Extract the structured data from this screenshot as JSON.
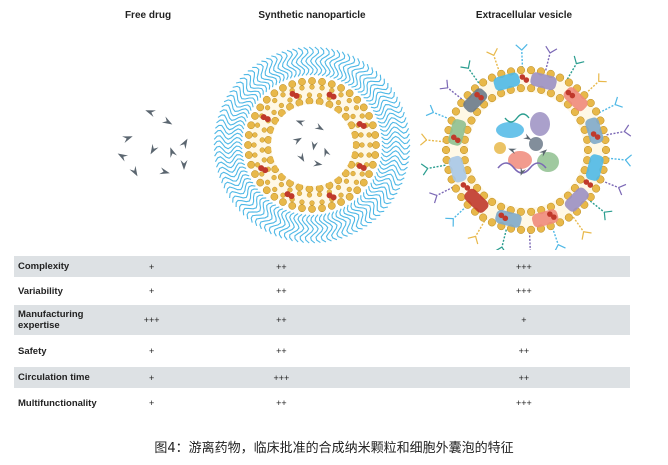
{
  "columns": {
    "free_drug": "Free drug",
    "synthetic_nanoparticle": "Synthetic nanoparticle",
    "extracellular_vesicle": "Extracellular vesicle"
  },
  "table": {
    "rows": [
      {
        "label": "Complexity",
        "free_drug": "+",
        "synthetic_nanoparticle": "++",
        "extracellular_vesicle": "+++"
      },
      {
        "label": "Variability",
        "free_drug": "+",
        "synthetic_nanoparticle": "++",
        "extracellular_vesicle": "+++"
      },
      {
        "label": "Manufacturing expertise",
        "free_drug": "+++",
        "synthetic_nanoparticle": "++",
        "extracellular_vesicle": "+"
      },
      {
        "label": "Safety",
        "free_drug": "+",
        "synthetic_nanoparticle": "++",
        "extracellular_vesicle": "++"
      },
      {
        "label": "Circulation time",
        "free_drug": "+",
        "synthetic_nanoparticle": "+++",
        "extracellular_vesicle": "++"
      },
      {
        "label": "Multifunctionality",
        "free_drug": "+",
        "synthetic_nanoparticle": "++",
        "extracellular_vesicle": "+++"
      }
    ]
  },
  "caption": "图4：游离药物，临床批准的合成纳米颗粒和细胞外囊泡的特征",
  "colors": {
    "drug": "#5b6670",
    "lipid_head": "#e8b84a",
    "peg": "#4fb8e6",
    "protein_red": "#c0392b",
    "shade": "#dde1e4"
  }
}
